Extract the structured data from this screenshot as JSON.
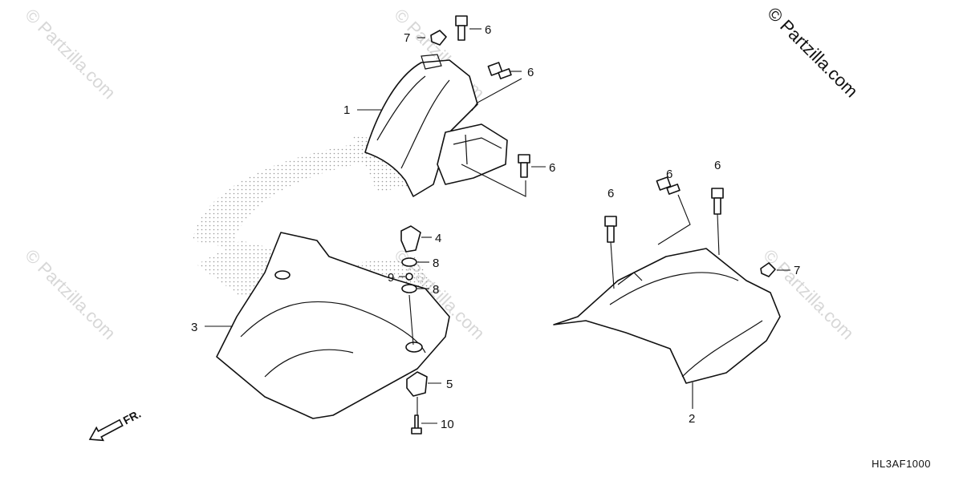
{
  "watermark": {
    "tile_text": "© Partzilla.com",
    "corner_text": "© Partzilla.com"
  },
  "diagram_code": "HL3AF1000",
  "front_marker": "FR.",
  "callouts": {
    "c1": "1",
    "c2": "2",
    "c3": "3",
    "c4": "4",
    "c5": "5",
    "c6a": "6",
    "c6b": "6",
    "c6c": "6",
    "c6d": "6",
    "c6e": "6",
    "c6f": "6",
    "c7a": "7",
    "c7b": "7",
    "c8a": "8",
    "c8b": "8",
    "c9": "9",
    "c10": "10"
  },
  "colors": {
    "line": "#111111",
    "watermark": "#d7d7d7",
    "stipple": "#9a9a9a"
  }
}
